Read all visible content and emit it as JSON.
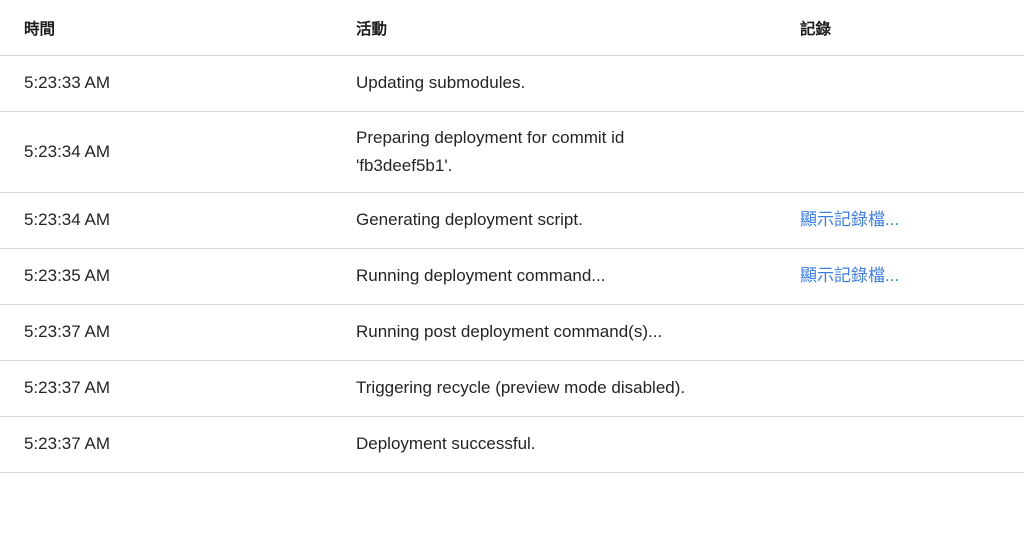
{
  "table": {
    "columns": [
      {
        "key": "time",
        "label": "時間"
      },
      {
        "key": "activity",
        "label": "活動"
      },
      {
        "key": "log",
        "label": "記錄"
      }
    ],
    "rows": [
      {
        "time": "5:23:33 AM",
        "activity_lines": [
          "Updating submodules."
        ],
        "log_label": ""
      },
      {
        "time": "5:23:34 AM",
        "activity_lines": [
          "Preparing deployment for commit id",
          "'fb3deef5b1'."
        ],
        "log_label": ""
      },
      {
        "time": "5:23:34 AM",
        "activity_lines": [
          "Generating deployment script."
        ],
        "log_label": "顯示記錄檔..."
      },
      {
        "time": "5:23:35 AM",
        "activity_lines": [
          "Running deployment command..."
        ],
        "log_label": "顯示記錄檔..."
      },
      {
        "time": "5:23:37 AM",
        "activity_lines": [
          "Running post deployment command(s)..."
        ],
        "log_label": ""
      },
      {
        "time": "5:23:37 AM",
        "activity_lines": [
          "Triggering recycle (preview mode disabled)."
        ],
        "log_label": ""
      },
      {
        "time": "5:23:37 AM",
        "activity_lines": [
          "Deployment successful."
        ],
        "log_label": ""
      }
    ]
  },
  "colors": {
    "link": "#3d7ddd",
    "text": "#242424",
    "header_text": "#1b1b1b",
    "divider": "#d9d9d9",
    "background": "#ffffff"
  }
}
